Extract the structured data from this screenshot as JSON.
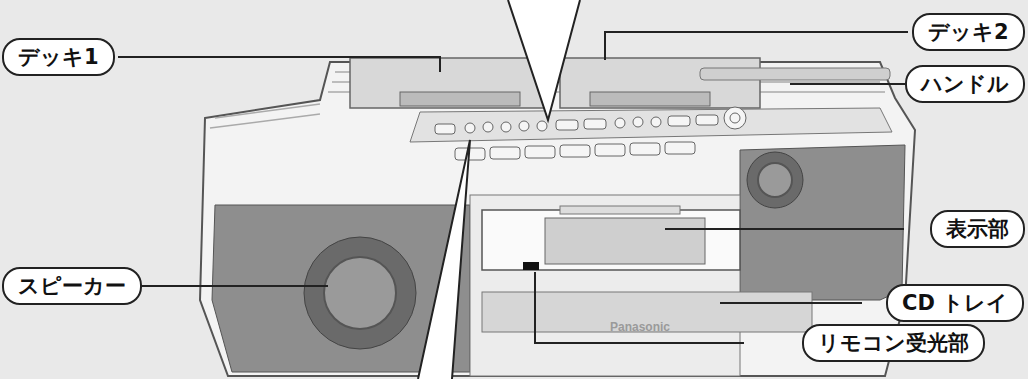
{
  "diagram": {
    "nodes": [
      {
        "text": [
          "デッキ1"
        ]
      },
      {
        "text": [
          "デッキ2"
        ]
      },
      {
        "text": [
          "ハンドル"
        ]
      },
      {
        "text": [
          "表示部"
        ]
      },
      {
        "text": [
          "スピーカー"
        ]
      },
      {
        "text": [
          "CD トレイ"
        ]
      },
      {
        "text": [
          "リモコン受光部"
        ]
      }
    ],
    "labels": [
      "Panasonic"
    ]
  }
}
